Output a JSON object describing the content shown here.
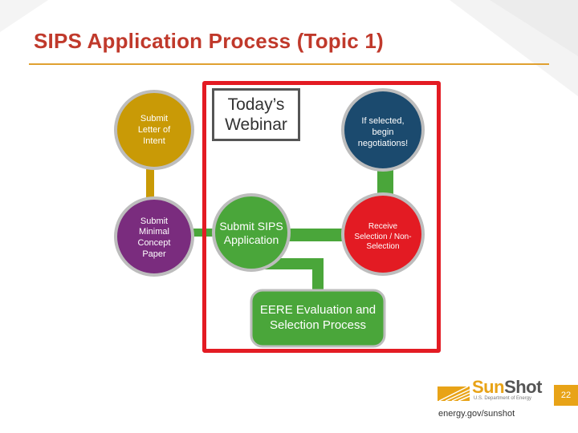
{
  "slide": {
    "title": "SIPS Application Process (Topic 1)",
    "page_number": "22",
    "footer_url": "energy.gov/sunshot"
  },
  "logo": {
    "brand_sun": "Sun",
    "brand_shot": "Shot",
    "subtitle": "U.S. Department of Energy"
  },
  "nodes": {
    "letter_of_intent": "Submit Letter of Intent",
    "todays_webinar": "Today’s Webinar",
    "begin_negotiations": "If selected, begin negotiations!",
    "minimal_concept_paper": "Submit Minimal Concept Paper",
    "sips_application": "Submit SIPS Application",
    "receive_selection": "Receive Selection / Non-Selection",
    "eere_evaluation": "EERE Evaluation and Selection Process"
  },
  "colors": {
    "title": "#c0392b",
    "accent_orange": "#e8a317",
    "gold_circle": "#c99a06",
    "purple_circle": "#7a2c7e",
    "navy_circle": "#1b4a6e",
    "green": "#4aa63a",
    "red_circle": "#e31b23",
    "frame_red": "#e31b23",
    "ring_gray": "#bdbdbd"
  }
}
